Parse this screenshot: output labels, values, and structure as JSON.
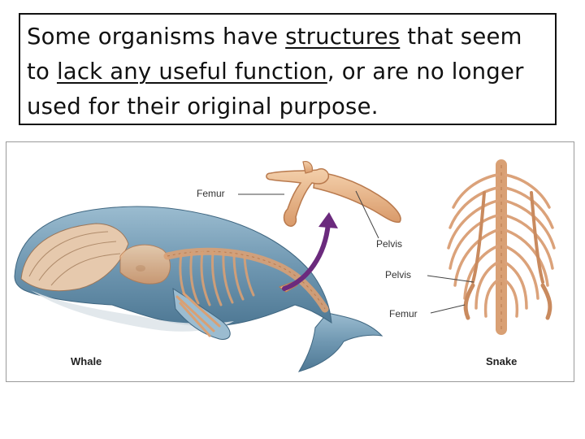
{
  "caption": {
    "part1": "Some organisms have ",
    "underline1": "structures",
    "part2": " that seem to ",
    "underline2": "lack any useful function",
    "part3": ", or are no longer used for their original purpose."
  },
  "diagram": {
    "labels": {
      "whale_femur": "Femur",
      "whale_pelvis": "Pelvis",
      "snake_pelvis": "Pelvis",
      "snake_femur": "Femur",
      "whale": "Whale",
      "snake": "Snake"
    },
    "colors": {
      "whale_body": "#7fa6be",
      "whale_belly": "#dfe6ea",
      "bone": "#e8b48a",
      "bone_outline": "#b97a4e",
      "arrow": "#6b2a7d"
    }
  }
}
